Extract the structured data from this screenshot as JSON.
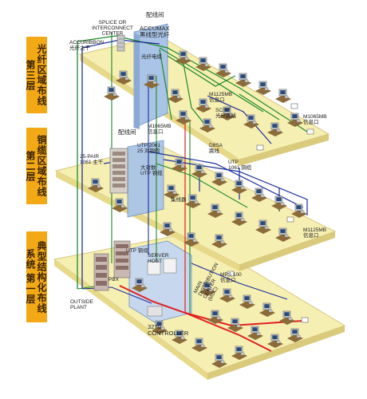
{
  "floor_tags": [
    {
      "id": "floor3",
      "text": "光纤区域布线 第三层"
    },
    {
      "id": "floor2",
      "text": "铜缆区域布线 第二层"
    },
    {
      "id": "floor1",
      "text": "典型结构化布线系统 第一层"
    }
  ],
  "labels": {
    "splice_center": "SPLICE OR\nINTERCONNECT\nCENTER",
    "peixian_top": "配线间",
    "accumax": "ACCUMAX\n黑线型光纤",
    "accuribbon": "ACCURIBBON\n光纤主干",
    "fiber_cable": "光纤电缆",
    "m1125mb_top": "M1125MB\n信息口",
    "scst": "SC/ST\n光纤跳线",
    "m1065mb_right": "M1065MB\n信息口",
    "m1065mb_left": "M1065MB\n信息口",
    "peixian_mid": "配线间",
    "utp2061": "UTP 2061\n25 对铜缆",
    "pair25": "25-PAIR\n1061 主干",
    "d8sa": "D8SA\n跳线",
    "utp1061": "UTP\n1061 铜缆",
    "big_pair": "大对数\nUTP 铜缆",
    "hub": "集线器",
    "m1125mb_right": "M1125MB\n信息口",
    "utp_copper": "UTP 铜缆",
    "mps100": "MPS 100\n信息口",
    "pbx": "PBX",
    "server": "SERVER\nHOST",
    "main_dist": "MAIN\nDISTRIBUTION\nCENTER\n(MDC)",
    "controller": "3270\nCONTROLLER",
    "outside_plant": "OUTSIDE\nPLANT"
  },
  "colors": {
    "floor_top": "#f6efb2",
    "floor_edge": "#e7d98a",
    "fiber_green": "#1f8a2b",
    "copper_blue": "#1c2f9a",
    "red_cable": "#e02020",
    "tag_orange": "#f2a915",
    "wall_blue": "#a9c4e6"
  }
}
